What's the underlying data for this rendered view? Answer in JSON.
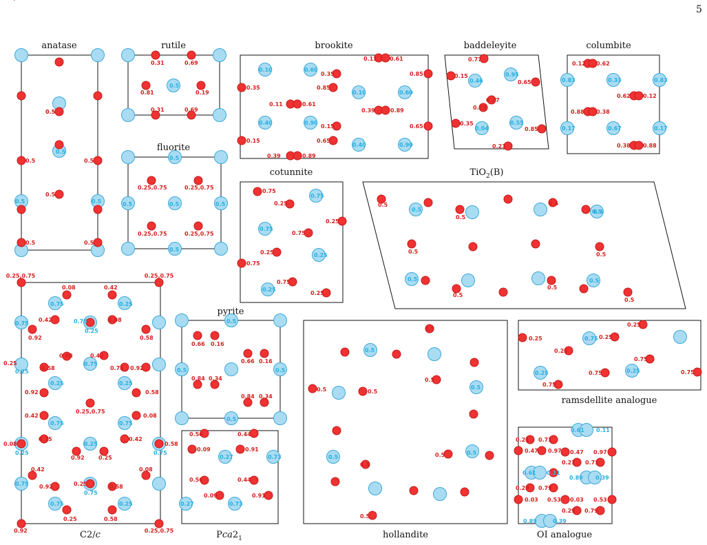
{
  "page_number": "5",
  "colors": {
    "anion": "#f03232",
    "anion_stroke": "#c21a1a",
    "cation": "#a9dcf2",
    "cation_stroke": "#3aa7d8",
    "label_red": "#d61f1f",
    "label_blue": "#29b0e0"
  },
  "panels": [
    {
      "id": "anatase",
      "title": "anatase"
    },
    {
      "id": "rutile",
      "title": "rutile"
    },
    {
      "id": "brookite",
      "title": "brookite"
    },
    {
      "id": "baddeleyite",
      "title": "baddeleyite"
    },
    {
      "id": "columbite",
      "title": "columbite"
    },
    {
      "id": "fluorite",
      "title": "fluorite"
    },
    {
      "id": "cotunnite",
      "title": "cotunnite"
    },
    {
      "id": "tio2b",
      "title_main": "TiO",
      "title_sub": "2",
      "title_tail": "(B)"
    },
    {
      "id": "c2c",
      "title_main": "C2/",
      "title_ital": "c"
    },
    {
      "id": "pyrite",
      "title": "pyrite"
    },
    {
      "id": "pca21",
      "title_main": "P",
      "title_ital": "ca",
      "title_tail": "2",
      "title_sub": "1"
    },
    {
      "id": "hollandite",
      "title": "hollandite"
    },
    {
      "id": "ramsdellite",
      "title": "ramsdellite analogue"
    },
    {
      "id": "oi",
      "title": "OI analogue"
    }
  ],
  "labels": {
    "rutile": [
      "0.31",
      "0.69",
      "0.81",
      "0.5",
      "0.19",
      "0.31",
      "0.69"
    ],
    "anatase": [
      "0.5",
      "0.5",
      "0.5",
      "0.5",
      "0.5",
      "0.5",
      "0.5",
      "0.5",
      "0.5",
      "0.5"
    ],
    "brookite": [
      "0.10",
      "0.60",
      "0.35",
      "0.11",
      "0.61",
      "0.85",
      "0.35",
      "0.85",
      "0.10",
      "0.60",
      "0.11",
      "0.61",
      "0.39",
      "0.89",
      "0.40",
      "0.90",
      "0.15",
      "0.65",
      "0.15",
      "0.65",
      "0.40",
      "0.90",
      "0.39",
      "0.89"
    ],
    "baddeleyite": [
      "0.77",
      "0.15",
      "0.46",
      "0.95",
      "0.65",
      "0.27",
      "0.73",
      "0.35",
      "0.04",
      "0.55",
      "0.85",
      "0.23"
    ],
    "columbite": [
      "0.12",
      "0.62",
      "0.83",
      "0.33",
      "0.83",
      "0.62",
      "0.12",
      "0.88",
      "0.38",
      "0.17",
      "0.67",
      "0.17",
      "0.38",
      "0.88"
    ],
    "fluorite": [
      "0.5",
      "0.5",
      "0.25,0.75",
      "0.25,0.75",
      "0.5",
      "0.5",
      "0.25,0.75",
      "0.25,0.75",
      "0.5"
    ],
    "cotunnite": [
      "0.75",
      "0.25",
      "0.75",
      "0.25",
      "0.75",
      "0.75",
      "0.25",
      "0.25",
      "0.75",
      "0.75",
      "0.25",
      "0.25"
    ],
    "tio2b": [
      "0.5",
      "0.5",
      "0.5",
      "0.5",
      "0.5",
      "0.5",
      "0.5",
      "0.5",
      "0.5",
      "0.5",
      "0.5",
      "0.5",
      "0.5"
    ],
    "c2c": [
      "0.25,0.75",
      "0.25,0.75",
      "0.08",
      "0.42",
      "0.75",
      "0.75",
      "0.25",
      "0.42",
      "0.92",
      "0.75",
      "0.25",
      "0.08",
      "0.58",
      "0.08",
      "0.42",
      "0.25",
      "0.75",
      "0.58",
      "0.75",
      "0.92",
      "0.25",
      "0.25",
      "0.25",
      "0.92",
      "0.58",
      "0.25,0.75",
      "0.42",
      "0.75",
      "0.75",
      "0.08",
      "0.75",
      "0.08",
      "0.25",
      "0.42",
      "0.25",
      "0.75",
      "0.58",
      "0.92",
      "0.25",
      "0.42",
      "0.08",
      "0.75",
      "0.92",
      "0.25",
      "0.75",
      "0.58",
      "0.75",
      "0.25",
      "0.25",
      "0.58",
      "0.92",
      "0.25,0.75",
      "0.25,0.75"
    ],
    "pyrite": [
      "0.5",
      "0.66",
      "0.16",
      "0.66",
      "0.16",
      "0.5",
      "0.5",
      "0.84",
      "0.34",
      "0.84",
      "0.34",
      "0.5"
    ],
    "pca21": [
      "0.56",
      "0.44",
      "0.09",
      "0.91",
      "0.27",
      "0.73",
      "0.56",
      "0.44",
      "0.09",
      "0.91",
      "0.27",
      "0.73"
    ],
    "hollandite": [
      "0.5",
      "0.5",
      "0.5",
      "0.5",
      "0.5",
      "0.5",
      "0.5",
      "0.5",
      "0.5",
      "0.5",
      "0.5"
    ],
    "ramsdellite": [
      "0.25",
      "0.25",
      "0.75",
      "0.25",
      "0.25",
      "0.75",
      "0.25",
      "0.75",
      "0.25",
      "0.75",
      "0.75"
    ],
    "oi": [
      "0.61",
      "0.11",
      "0.21",
      "0.71",
      "0.47",
      "0.97",
      "0.47",
      "0.97",
      "0.21",
      "0.71",
      "0.61",
      "0.11",
      "0.89",
      "0.39",
      "0.29",
      "0.79",
      "0.03",
      "0.53",
      "0.03",
      "0.53",
      "0.29",
      "0.79",
      "0.89",
      "0.39"
    ]
  }
}
